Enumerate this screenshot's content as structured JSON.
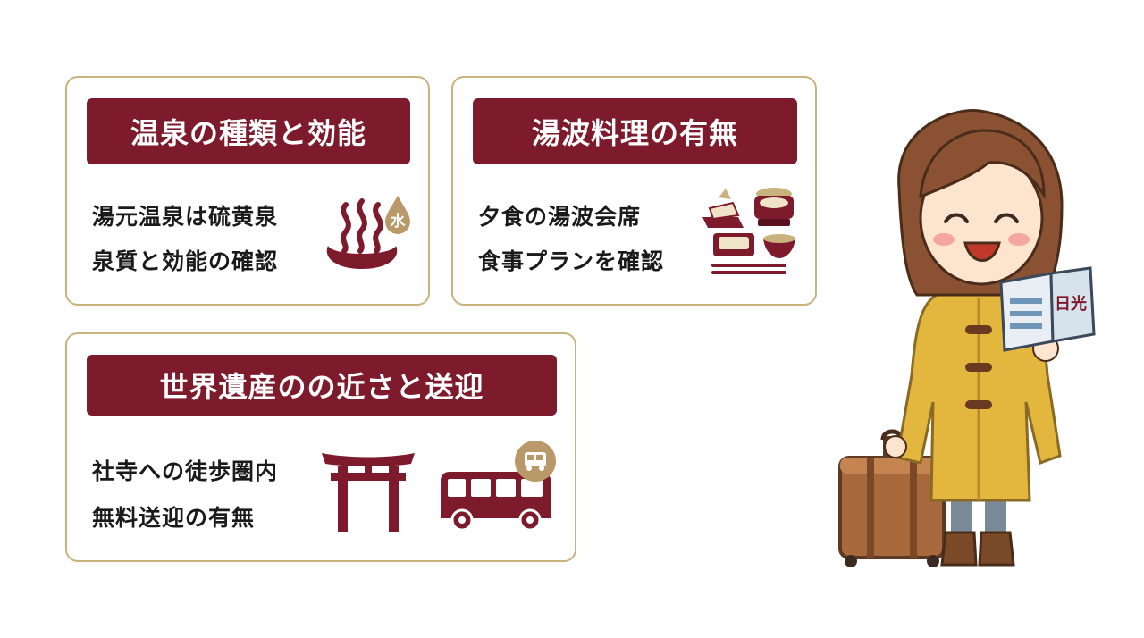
{
  "cards": {
    "onsen": {
      "title": "温泉の種類と効能",
      "line1": "湯元温泉は硫黄泉",
      "line2": "泉質と効能の確認",
      "water_label": "水"
    },
    "yuba": {
      "title": "湯波料理の有無",
      "line1": "夕食の湯波会席",
      "line2": "食事プランを確認"
    },
    "world": {
      "title": "世界遺産のの近さと送迎",
      "line1": "社寺への徒歩圏内",
      "line2": "無料送迎の有無"
    }
  },
  "guidebook_label": "日光",
  "icons": [
    "hot-spring-icon",
    "water-drop-icon",
    "meal-tray-icon",
    "torii-gate-icon",
    "bus-icon",
    "bus-badge-icon"
  ],
  "colors": {
    "accent": "#7d1a2c",
    "border": "#c8b27e",
    "gold": "#b9996a",
    "coat": "#e3b63e"
  }
}
